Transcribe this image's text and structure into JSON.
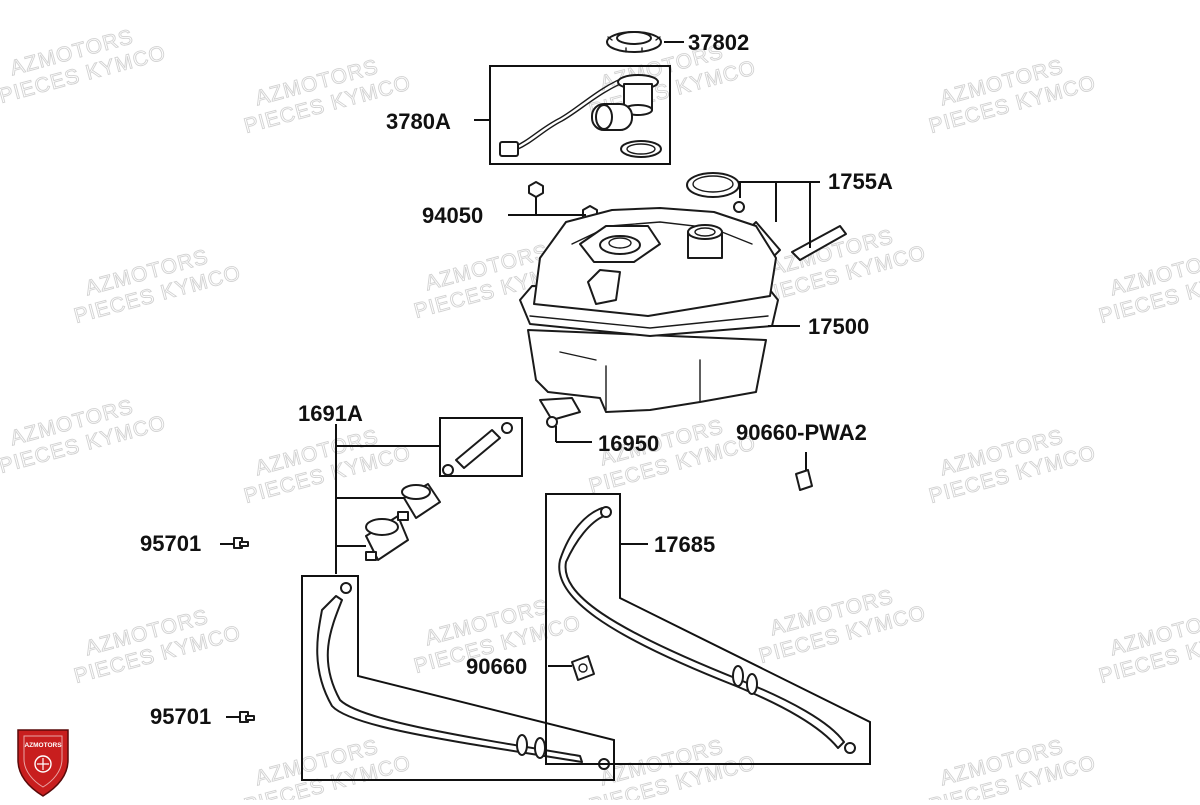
{
  "watermark": {
    "line1": "AZMOTORS",
    "line2": "PIECES KYMCO"
  },
  "logo": {
    "text": "AZMOTORS"
  },
  "parts": [
    {
      "id": "37802"
    },
    {
      "id": "3780A"
    },
    {
      "id": "1755A"
    },
    {
      "id": "94050"
    },
    {
      "id": "17500"
    },
    {
      "id": "1691A"
    },
    {
      "id": "16950"
    },
    {
      "id": "90660-PWA2"
    },
    {
      "id": "95701"
    },
    {
      "id": "17685"
    },
    {
      "id": "90660"
    },
    {
      "id": "95701"
    }
  ]
}
